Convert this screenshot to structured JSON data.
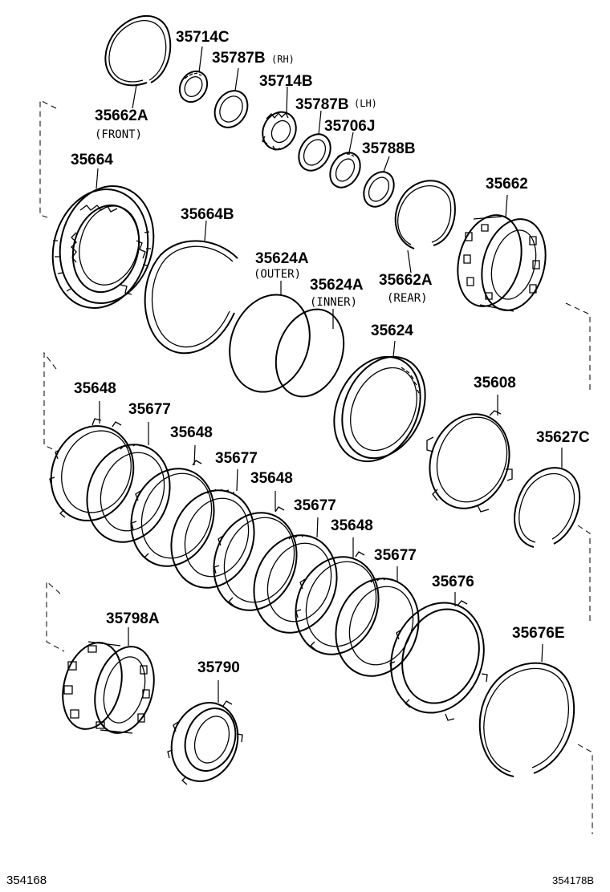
{
  "parts": [
    {
      "id": "p35714C",
      "number": "35714C"
    },
    {
      "id": "p35787B_RH",
      "number": "35787B",
      "note": "(RH)"
    },
    {
      "id": "p35714B",
      "number": "35714B"
    },
    {
      "id": "p35787B_LH",
      "number": "35787B",
      "note": "(LH)"
    },
    {
      "id": "p35706J",
      "number": "35706J"
    },
    {
      "id": "p35788B",
      "number": "35788B"
    },
    {
      "id": "p35662A_F",
      "number": "35662A",
      "note": "(FRONT)"
    },
    {
      "id": "p35664",
      "number": "35664"
    },
    {
      "id": "p35664B",
      "number": "35664B"
    },
    {
      "id": "p35662",
      "number": "35662"
    },
    {
      "id": "p35624A_O",
      "number": "35624A",
      "note": "(OUTER)"
    },
    {
      "id": "p35624A_I",
      "number": "35624A",
      "note": "(INNER)"
    },
    {
      "id": "p35662A_R",
      "number": "35662A",
      "note": "(REAR)"
    },
    {
      "id": "p35624",
      "number": "35624"
    },
    {
      "id": "p35608",
      "number": "35608"
    },
    {
      "id": "p35627C",
      "number": "35627C"
    },
    {
      "id": "p35648_1",
      "number": "35648"
    },
    {
      "id": "p35677_1",
      "number": "35677"
    },
    {
      "id": "p35648_2",
      "number": "35648"
    },
    {
      "id": "p35677_2",
      "number": "35677"
    },
    {
      "id": "p35648_3",
      "number": "35648"
    },
    {
      "id": "p35677_3",
      "number": "35677"
    },
    {
      "id": "p35648_4",
      "number": "35648"
    },
    {
      "id": "p35677_4",
      "number": "35677"
    },
    {
      "id": "p35676",
      "number": "35676"
    },
    {
      "id": "p35798A",
      "number": "35798A"
    },
    {
      "id": "p35790",
      "number": "35790"
    },
    {
      "id": "p35676E",
      "number": "35676E"
    }
  ],
  "footer": {
    "left_code": "354168",
    "right_code": "354178B"
  }
}
